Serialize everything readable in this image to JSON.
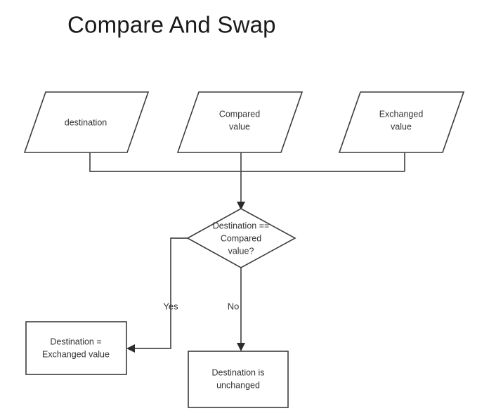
{
  "title": "Compare And Swap",
  "colors": {
    "background": "#ffffff",
    "shape_stroke": "#3c3c3c",
    "connector_stroke": "#4a4a4a",
    "text": "#333333",
    "title_text": "#1a1a1a"
  },
  "chart_data": {
    "type": "diagram",
    "diagram_kind": "flowchart",
    "title": "Compare And Swap",
    "nodes": [
      {
        "id": "input-destination",
        "shape": "parallelogram",
        "role": "input",
        "lines": [
          "destination"
        ]
      },
      {
        "id": "input-compared-value",
        "shape": "parallelogram",
        "role": "input",
        "lines": [
          "Compared",
          "value"
        ]
      },
      {
        "id": "input-exchanged-value",
        "shape": "parallelogram",
        "role": "input",
        "lines": [
          "Exchanged",
          "value"
        ]
      },
      {
        "id": "decision-compare",
        "shape": "diamond",
        "role": "decision",
        "lines": [
          "Destination ==",
          "Compared",
          "value?"
        ]
      },
      {
        "id": "process-assign",
        "shape": "rectangle",
        "role": "process",
        "lines": [
          "Destination =",
          "Exchanged value"
        ]
      },
      {
        "id": "process-unchanged",
        "shape": "rectangle",
        "role": "process",
        "lines": [
          "Destination is",
          "unchanged"
        ]
      }
    ],
    "edges": [
      {
        "from": "input-destination",
        "to": "decision-compare",
        "label": ""
      },
      {
        "from": "input-compared-value",
        "to": "decision-compare",
        "label": ""
      },
      {
        "from": "input-exchanged-value",
        "to": "decision-compare",
        "label": ""
      },
      {
        "from": "decision-compare",
        "to": "process-assign",
        "label": "Yes"
      },
      {
        "from": "decision-compare",
        "to": "process-unchanged",
        "label": "No"
      }
    ],
    "edge_labels": [
      "Yes",
      "No"
    ]
  },
  "nodes": {
    "input_destination": {
      "line1": "destination"
    },
    "input_compared": {
      "line1": "Compared",
      "line2": "value"
    },
    "input_exchanged": {
      "line1": "Exchanged",
      "line2": "value"
    },
    "decision": {
      "line1": "Destination ==",
      "line2": "Compared",
      "line3": "value?"
    },
    "process_assign": {
      "line1": "Destination =",
      "line2": "Exchanged value"
    },
    "process_unchanged": {
      "line1": "Destination is",
      "line2": "unchanged"
    }
  },
  "labels": {
    "yes": "Yes",
    "no": "No"
  }
}
